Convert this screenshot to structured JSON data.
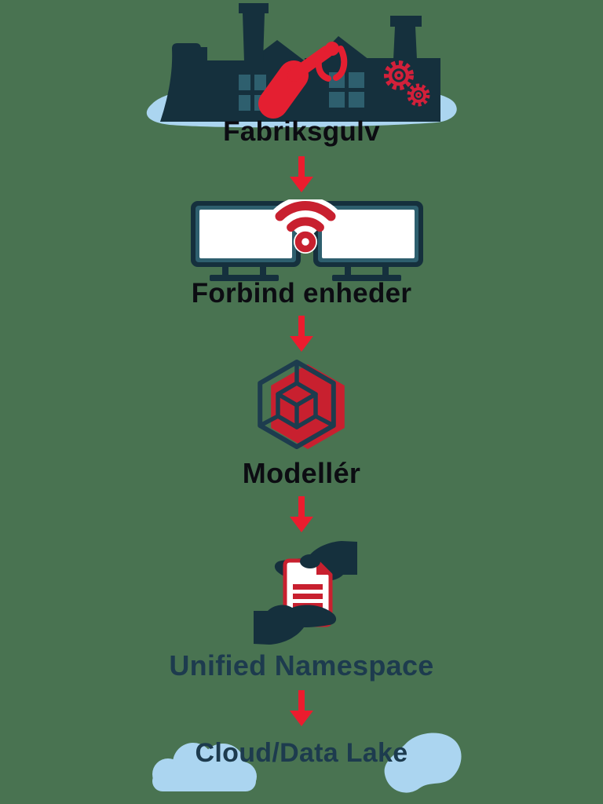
{
  "diagram": {
    "kind": "vertical-flow",
    "connector_icon": "down-arrow-icon",
    "steps": [
      {
        "id": "fabriksgulv",
        "label": "Fabriksgulv",
        "icon": "factory-icon"
      },
      {
        "id": "forbind-enheder",
        "label": "Forbind enheder",
        "icon": "monitors-wifi-icon"
      },
      {
        "id": "modeller",
        "label": "Modellér",
        "icon": "hexagon-cube-icon"
      },
      {
        "id": "unified-namespace",
        "label": "Unified Namespace",
        "icon": "hands-document-icon"
      },
      {
        "id": "cloud-data-lake",
        "label": "Cloud/Data Lake",
        "icon": "clouds-icon"
      }
    ],
    "colors": {
      "background": "#497351",
      "navy": "#15303d",
      "window_teal": "#2e5f6e",
      "arrow_red": "#ec1c2e",
      "crimson": "#c8202f",
      "light_blue": "#abd5f0",
      "label_black": "#0c0c12",
      "label_navy": "#1d3b4e",
      "white": "#ffffff"
    }
  }
}
